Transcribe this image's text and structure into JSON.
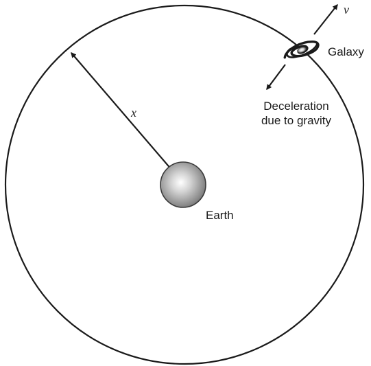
{
  "labels": {
    "radius_var": "x",
    "velocity_var": "v",
    "galaxy": "Galaxy",
    "earth": "Earth",
    "deceleration_line1": "Deceleration",
    "deceleration_line2": "due to gravity"
  },
  "colors": {
    "ink": "#1a1a1a",
    "earth_fill": "#9a9a9a",
    "background": "#ffffff"
  },
  "icons": {
    "galaxy": "spiral-galaxy-icon",
    "earth": "shaded-sphere-icon"
  }
}
